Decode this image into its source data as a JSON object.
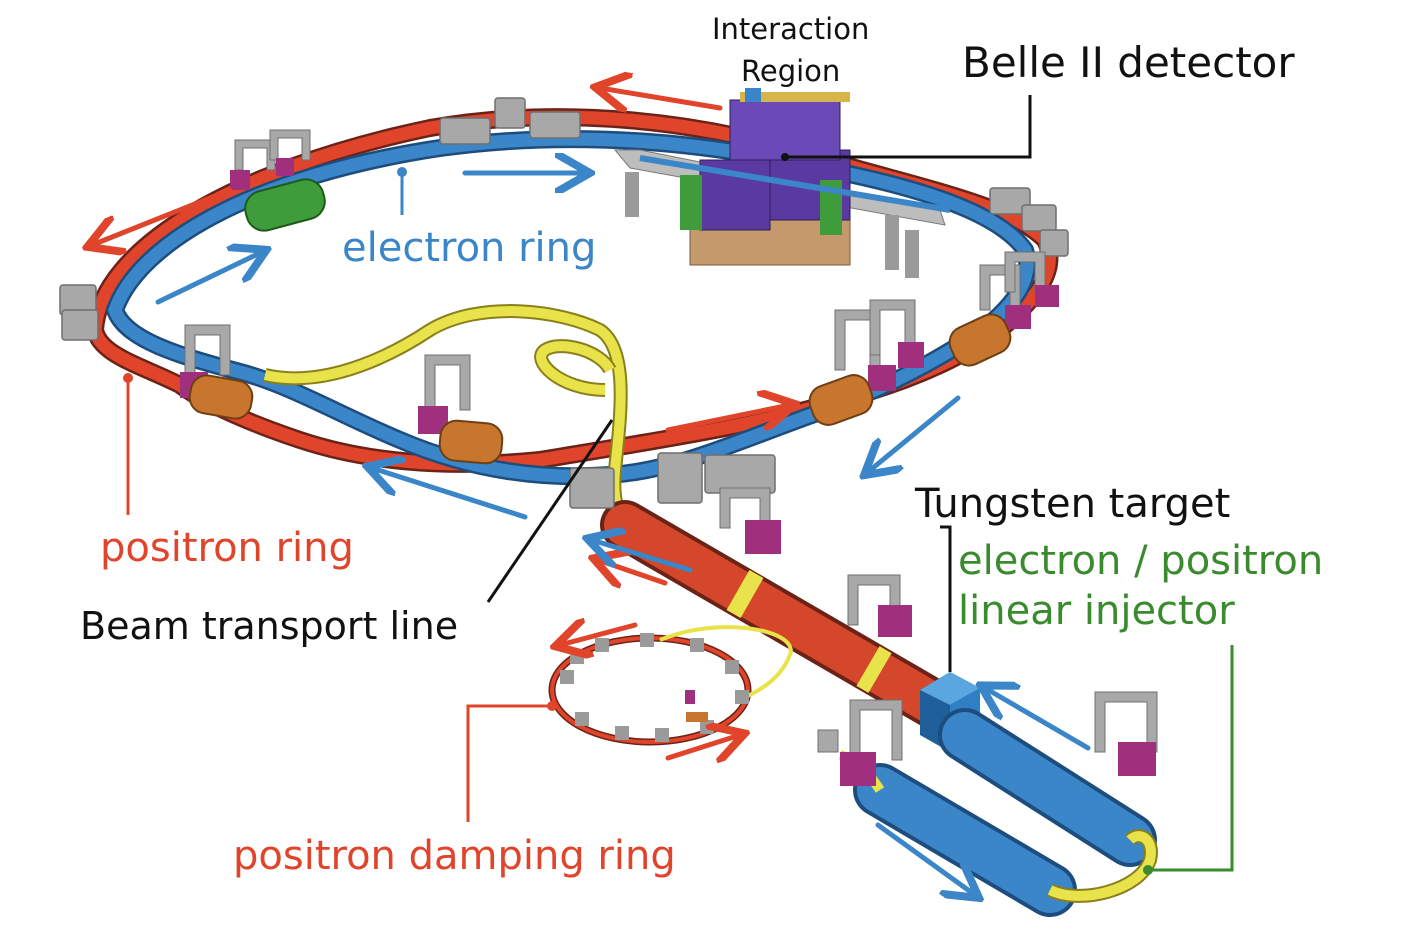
{
  "labels": {
    "interaction_region_line1": "Interaction",
    "interaction_region_line2": "Region",
    "belle": "Belle II detector",
    "electron_ring": "electron ring",
    "positron_ring": "positron ring",
    "beam_transport_line": "Beam transport line",
    "tungsten_target": "Tungsten target",
    "injector_line1": "electron / positron",
    "injector_line2": "linear injector",
    "damping_ring": "positron damping ring"
  },
  "colors": {
    "electron": "#3a86c8",
    "positron": "#e0452c",
    "transport": "#e8e34a",
    "injector_text": "#3a8a2e",
    "magnet_gray": "#a8a8a8",
    "magnet_purple": "#a0307e",
    "cavity_orange": "#c8762e",
    "cavity_green": "#3f9c3a",
    "target_blue": "#2f7fc4",
    "detector_purple": "#5a3aa0"
  }
}
